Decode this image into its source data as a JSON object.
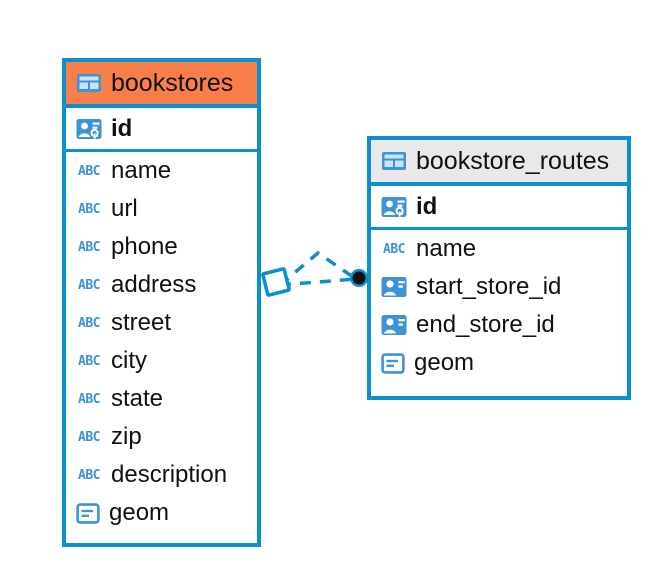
{
  "diagram": {
    "type": "entity-relationship-diagram",
    "colors": {
      "border": "#0d8ecf",
      "header_accent": "#f97f4a",
      "header_plain": "#e9e9e9",
      "icon_blue": "#3d93d4",
      "connector": "#0d8ecf",
      "connector_dot": "#111111",
      "background": "#ffffff"
    },
    "entities": [
      {
        "name": "bookstores",
        "header_style": "accent",
        "icon": "table-icon",
        "fields": [
          {
            "label": "id",
            "icon": "primary-key-icon"
          },
          {
            "label": "name",
            "icon": "text-abc-icon"
          },
          {
            "label": "url",
            "icon": "text-abc-icon"
          },
          {
            "label": "phone",
            "icon": "text-abc-icon"
          },
          {
            "label": "address",
            "icon": "text-abc-icon"
          },
          {
            "label": "street",
            "icon": "text-abc-icon"
          },
          {
            "label": "city",
            "icon": "text-abc-icon"
          },
          {
            "label": "state",
            "icon": "text-abc-icon"
          },
          {
            "label": "zip",
            "icon": "text-abc-icon"
          },
          {
            "label": "description",
            "icon": "text-abc-icon"
          },
          {
            "label": "geom",
            "icon": "geometry-icon"
          }
        ]
      },
      {
        "name": "bookstore_routes",
        "header_style": "plain",
        "icon": "table-icon",
        "fields": [
          {
            "label": "id",
            "icon": "primary-key-icon"
          },
          {
            "label": "name",
            "icon": "text-abc-icon"
          },
          {
            "label": "start_store_id",
            "icon": "foreign-key-icon"
          },
          {
            "label": "end_store_id",
            "icon": "foreign-key-icon"
          },
          {
            "label": "geom",
            "icon": "geometry-icon"
          }
        ]
      }
    ],
    "relationships": [
      {
        "from": "bookstores",
        "to": "bookstore_routes",
        "from_marker": "diamond",
        "to_marker": "filled-circle",
        "style": "dashed",
        "branches": 2
      }
    ],
    "icon_text": {
      "abc": "ABC"
    }
  }
}
